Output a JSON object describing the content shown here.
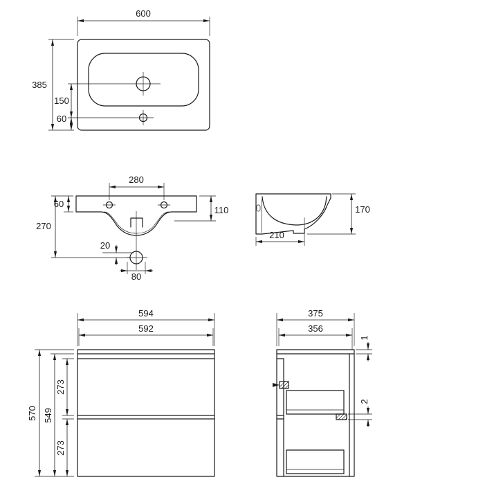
{
  "page": {
    "background": "#ffffff",
    "line_color": "#1a1a1a"
  },
  "washbasin_top_view": {
    "overall_width": "600",
    "overall_depth": "385",
    "tap_hole_to_overflow": "150",
    "overflow_to_front_edge": "60"
  },
  "washbasin_front_view": {
    "side_tap_hole_spacing": "280",
    "rim_height": "60",
    "height_to_waste_centre": "270",
    "bowl_depth": "110",
    "waste_offset": "20",
    "waste_diameter": "80"
  },
  "washbasin_side_view": {
    "overall_height": "170",
    "base_depth": "210"
  },
  "cabinet_front_view": {
    "overall_width": "594",
    "carcass_width": "592",
    "overall_height": "570",
    "carcass_height": "549",
    "upper_drawer_height": "273",
    "lower_drawer_height": "273"
  },
  "cabinet_side_view": {
    "overall_depth": "375",
    "carcass_depth": "356",
    "top_clearance": "1",
    "drawer_gap": "2"
  }
}
